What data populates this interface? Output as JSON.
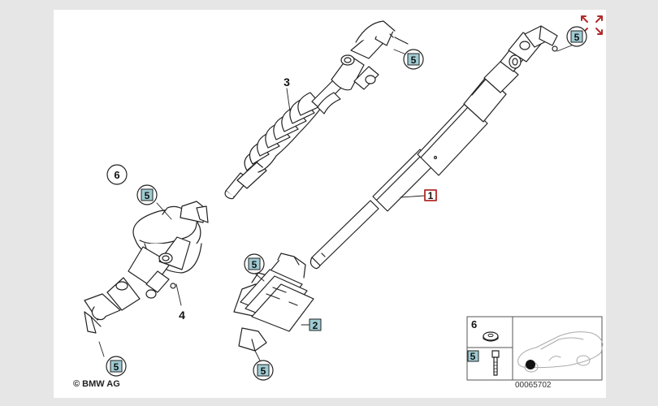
{
  "colors": {
    "line": "#222222",
    "callout_box": "#9fcbd3",
    "highlight": "#b22a2a",
    "background": "#e6e6e6",
    "paper": "#ffffff"
  },
  "icons": {
    "expand": "expand-arrows-icon"
  },
  "callouts": {
    "part1": "1",
    "part2": "2",
    "part3": "3",
    "part4": "4",
    "part5a": "5",
    "part5b": "5",
    "part5c": "5",
    "part5d": "5",
    "part5e": "5",
    "part6": "6"
  },
  "legend": {
    "row1_number": "6",
    "row2_number": "5"
  },
  "footer": {
    "copyright": "© BMW AG",
    "diagram_number": "00065702"
  }
}
